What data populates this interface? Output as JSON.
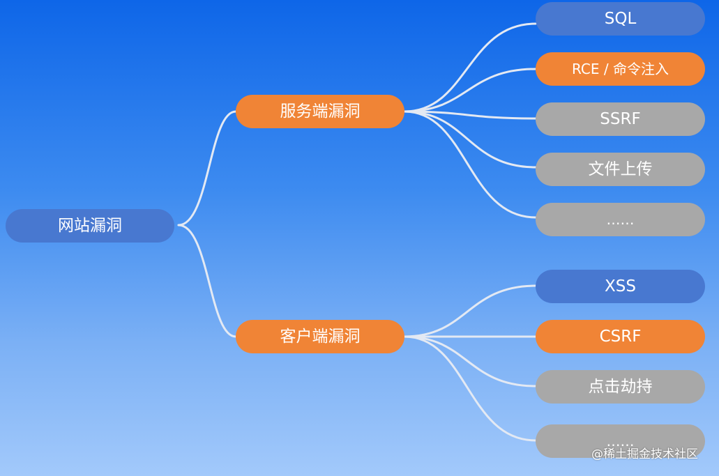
{
  "root": {
    "label": "网站漏洞"
  },
  "branches": [
    {
      "label": "服务端漏洞",
      "children": [
        {
          "label": "SQL",
          "color": "#4878d0"
        },
        {
          "label": "RCE / 命令注入",
          "color": "#f08436"
        },
        {
          "label": "SSRF",
          "color": "#a8a8a8"
        },
        {
          "label": "文件上传",
          "color": "#a8a8a8"
        },
        {
          "label": "……",
          "color": "#a8a8a8"
        }
      ]
    },
    {
      "label": "客户端漏洞",
      "children": [
        {
          "label": "XSS",
          "color": "#4878d0"
        },
        {
          "label": "CSRF",
          "color": "#f08436"
        },
        {
          "label": "点击劫持",
          "color": "#a8a8a8"
        },
        {
          "label": "……",
          "color": "#a8a8a8"
        }
      ]
    }
  ],
  "watermark": "@稀土掘金技术社区",
  "colors": {
    "root": "#4878d0",
    "branch": "#f08436",
    "link": "#e3e9f3"
  }
}
